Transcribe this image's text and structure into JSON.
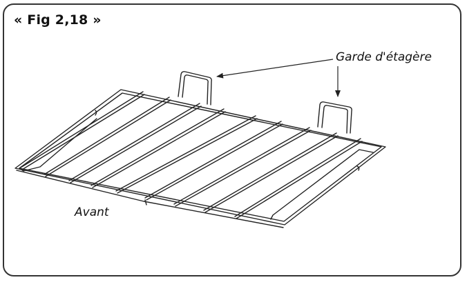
{
  "figure": {
    "title": "« Fig 2,18 »",
    "labels": {
      "shelf_guard": "Garde d'étagère",
      "front": "Avant"
    }
  },
  "colors": {
    "line": "#222222",
    "frame": "#333333",
    "background": "#ffffff"
  }
}
